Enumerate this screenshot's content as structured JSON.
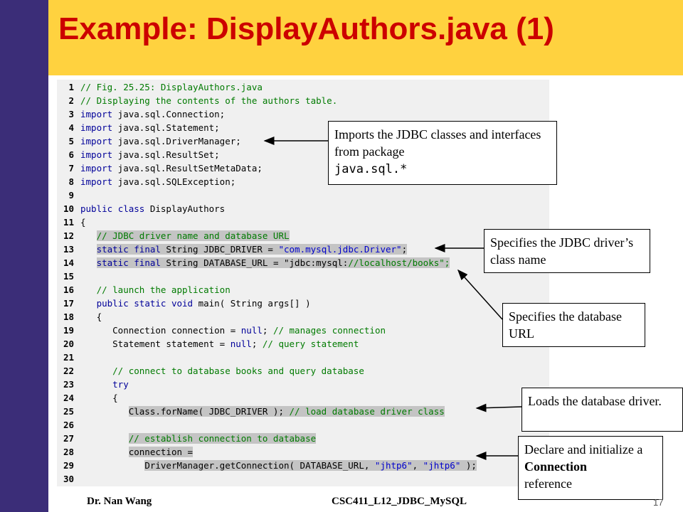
{
  "slide": {
    "title": "Example: DisplayAuthors.java (1)",
    "footer_author": "Dr. Nan Wang",
    "footer_course": "CSC411_L12_JDBC_MySQL",
    "page_number": "17"
  },
  "code": [
    {
      "n": "1",
      "t": "// Fig. 25.25: DisplayAuthors.java"
    },
    {
      "n": "2",
      "t": "// Displaying the contents of the authors table."
    },
    {
      "n": "3",
      "t": "import java.sql.Connection;"
    },
    {
      "n": "4",
      "t": "import java.sql.Statement;"
    },
    {
      "n": "5",
      "t": "import java.sql.DriverManager;"
    },
    {
      "n": "6",
      "t": "import java.sql.ResultSet;"
    },
    {
      "n": "7",
      "t": "import java.sql.ResultSetMetaData;"
    },
    {
      "n": "8",
      "t": "import java.sql.SQLException;"
    },
    {
      "n": "9",
      "t": ""
    },
    {
      "n": "10",
      "t": "public class DisplayAuthors"
    },
    {
      "n": "11",
      "t": "{"
    },
    {
      "n": "12",
      "t": "   // JDBC driver name and database URL"
    },
    {
      "n": "13",
      "t": "   static final String JDBC_DRIVER = \"com.mysql.jdbc.Driver\";"
    },
    {
      "n": "14",
      "t": "   static final String DATABASE_URL = \"jdbc:mysql://localhost/books\";"
    },
    {
      "n": "15",
      "t": ""
    },
    {
      "n": "16",
      "t": "   // launch the application"
    },
    {
      "n": "17",
      "t": "   public static void main( String args[] )"
    },
    {
      "n": "18",
      "t": "   {"
    },
    {
      "n": "19",
      "t": "      Connection connection = null; // manages connection"
    },
    {
      "n": "20",
      "t": "      Statement statement = null; // query statement"
    },
    {
      "n": "21",
      "t": ""
    },
    {
      "n": "22",
      "t": "      // connect to database books and query database"
    },
    {
      "n": "23",
      "t": "      try"
    },
    {
      "n": "24",
      "t": "      {"
    },
    {
      "n": "25",
      "t": "         Class.forName( JDBC_DRIVER ); // load database driver class"
    },
    {
      "n": "26",
      "t": ""
    },
    {
      "n": "27",
      "t": "         // establish connection to database"
    },
    {
      "n": "28",
      "t": "         connection ="
    },
    {
      "n": "29",
      "t": "            DriverManager.getConnection( DATABASE_URL, \"jhtp6\", \"jhtp6\" );"
    },
    {
      "n": "30",
      "t": ""
    }
  ],
  "callouts": {
    "imports_text": "Imports the JDBC classes and interfaces from package",
    "imports_code": "java.sql.*",
    "driver_text": "Specifies the JDBC driver’s class name",
    "url_text": "Specifies the database URL",
    "load_text": "Loads the database driver.",
    "declare_text_1": "Declare and initialize a",
    "declare_bold": "Connection",
    "declare_text_2": "reference"
  },
  "colors": {
    "title": "#cc0000",
    "title_band": "#ffd23f",
    "left_bar": "#3b2d78",
    "code_bg": "#f0f0f0",
    "keyword": "#000099",
    "comment": "#007a00",
    "string": "#0000cc"
  }
}
